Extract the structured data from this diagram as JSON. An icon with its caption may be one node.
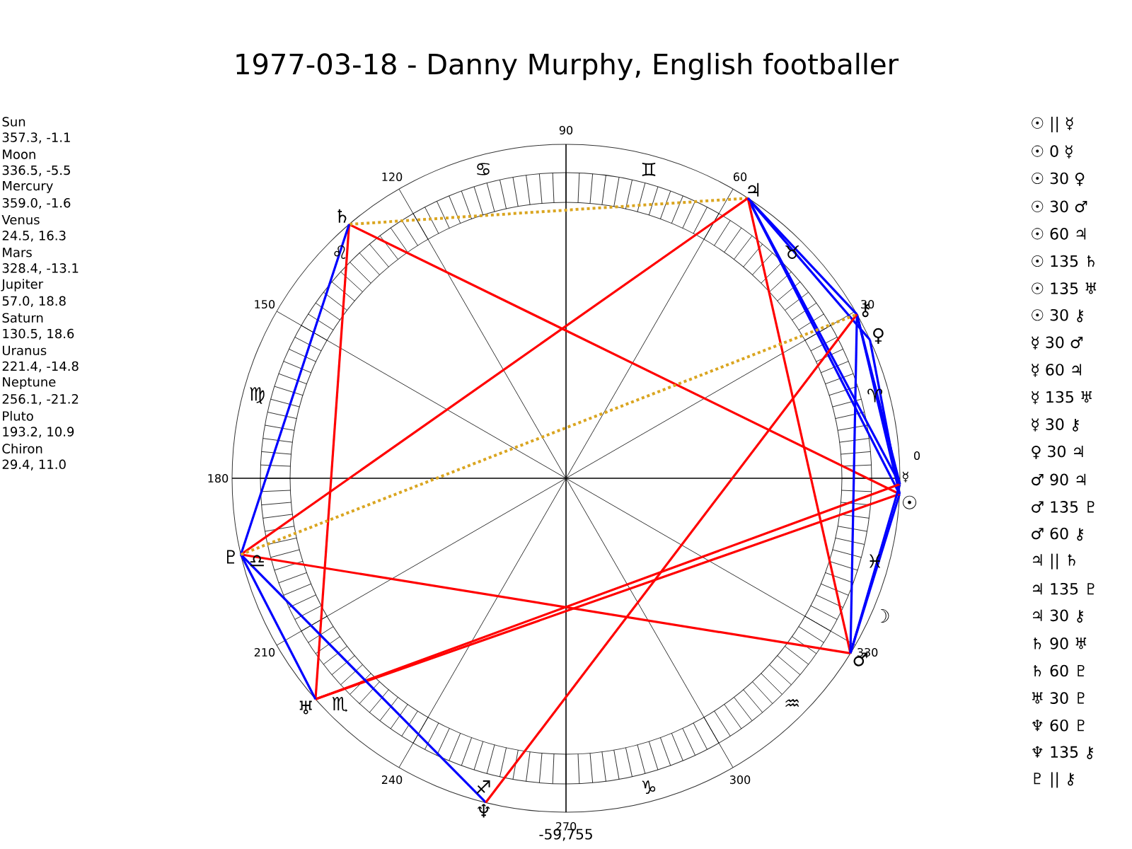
{
  "diagram": {
    "title": "1977-03-18 - Danny Murphy, English footballer",
    "nodes": [
      {
        "text": [
          "☉"
        ]
      },
      {
        "text": [
          "☽"
        ]
      },
      {
        "text": [
          "☿"
        ]
      },
      {
        "text": [
          "♀"
        ]
      },
      {
        "text": [
          "♂"
        ]
      },
      {
        "text": [
          "♃"
        ]
      },
      {
        "text": [
          "♄"
        ]
      },
      {
        "text": [
          "♅"
        ]
      },
      {
        "text": [
          "♆"
        ]
      },
      {
        "text": [
          "♇"
        ]
      },
      {
        "text": [
          "⚷"
        ]
      }
    ],
    "edges": [
      {
        "from": 0,
        "to": 3,
        "arrow": "none"
      },
      {
        "from": 0,
        "to": 4,
        "arrow": "none"
      },
      {
        "from": 0,
        "to": 5,
        "arrow": "none"
      },
      {
        "from": 0,
        "to": 6,
        "arrow": "none",
        "color": "#ff0000"
      },
      {
        "from": 0,
        "to": 7,
        "arrow": "none",
        "color": "#ff0000"
      },
      {
        "from": 0,
        "to": 10,
        "arrow": "none"
      },
      {
        "from": 2,
        "to": 4,
        "arrow": "none"
      },
      {
        "from": 2,
        "to": 5,
        "arrow": "none"
      },
      {
        "from": 2,
        "to": 7,
        "arrow": "none",
        "color": "#ff0000"
      },
      {
        "from": 2,
        "to": 10,
        "arrow": "none"
      },
      {
        "from": 3,
        "to": 5,
        "arrow": "none"
      },
      {
        "from": 4,
        "to": 5,
        "arrow": "none",
        "color": "#ff0000"
      },
      {
        "from": 4,
        "to": 9,
        "arrow": "none",
        "color": "#ff0000"
      },
      {
        "from": 4,
        "to": 10,
        "arrow": "none"
      },
      {
        "from": 5,
        "to": 6,
        "arrow": "none",
        "style": "dashed",
        "color": "#daa520"
      },
      {
        "from": 5,
        "to": 9,
        "arrow": "none",
        "color": "#ff0000"
      },
      {
        "from": 5,
        "to": 10,
        "arrow": "none"
      },
      {
        "from": 6,
        "to": 7,
        "arrow": "none",
        "color": "#ff0000"
      },
      {
        "from": 6,
        "to": 9,
        "arrow": "none"
      },
      {
        "from": 7,
        "to": 9,
        "arrow": "none"
      },
      {
        "from": 8,
        "to": 9,
        "arrow": "none"
      },
      {
        "from": 8,
        "to": 10,
        "arrow": "none",
        "color": "#ff0000"
      },
      {
        "from": 9,
        "to": 10,
        "arrow": "none",
        "style": "dashed",
        "color": "#daa520"
      }
    ],
    "labels": [
      "Sun",
      "357.3, -1.1",
      "Moon",
      "336.5, -5.5",
      "Mercury",
      "359.0, -1.6",
      "Venus",
      "24.5, 16.3",
      "Mars",
      "328.4, -13.1",
      "Jupiter",
      "57.0, 18.8",
      "Saturn",
      "130.5, 18.6",
      "Uranus",
      "221.4, -14.8",
      "Neptune",
      "256.1, -21.2",
      "Pluto",
      "193.2, 10.9",
      "Chiron",
      "29.4, 11.0",
      "0",
      "30",
      "60",
      "90",
      "120",
      "150",
      "180",
      "210",
      "240",
      "270",
      "300",
      "330",
      "♈",
      "♉",
      "♊",
      "♋",
      "♌",
      "♍",
      "♎",
      "♏",
      "♐",
      "♑",
      "♒",
      "♓",
      "☉ || ☿",
      "☉ 0 ☿",
      "☉ 30 ♀",
      "☉ 30 ♂",
      "☉ 60 ♃",
      "☉ 135 ♄",
      "☉ 135 ♅",
      "☉ 30 ⚷",
      "☿ 30 ♂",
      "☿ 60 ♃",
      "☿ 135 ♅",
      "☿ 30 ⚷",
      "♀ 30 ♃",
      "♂ 90 ♃",
      "♂ 135 ♇",
      "♂ 60 ⚷",
      "♃ || ♄",
      "♃ 135 ♇",
      "♃ 30 ⚷",
      "♄ 90 ♅",
      "♄ 60 ♇",
      "♅ 30 ♇",
      "♆ 60 ♇",
      "♆ 135 ⚷",
      "♇ || ⚷",
      "-59,755"
    ]
  }
}
